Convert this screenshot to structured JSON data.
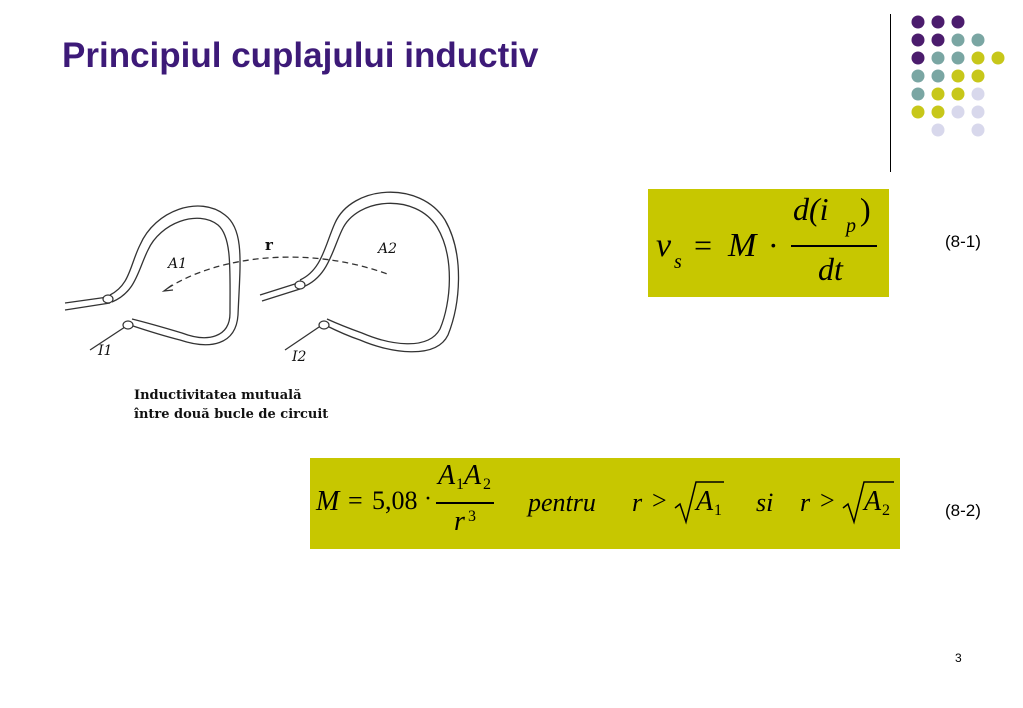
{
  "slide": {
    "title": "Principiul cuplajului inductiv",
    "page_number": "3"
  },
  "figure": {
    "labels": {
      "r": "r",
      "a1": "A1",
      "a2": "A2",
      "i1": "I1",
      "i2": "I2"
    },
    "caption_line1": "Inductivitatea mutuală",
    "caption_line2": "între două bucle de circuit"
  },
  "equations": {
    "eq1": {
      "number": "(8-1)",
      "lhs": "v",
      "lhs_sub": "s",
      "eq_sign": "=",
      "factor": "M",
      "dot": "·",
      "numerator": "d(i",
      "numerator_sub": "p",
      "numerator_close": ")",
      "denominator": "dt"
    },
    "eq2": {
      "number": "(8-2)",
      "lhs": "M",
      "eq_sign": "=",
      "coefficient": "5,08",
      "dot": "·",
      "num_a1": "A",
      "num_a1_sub": "1",
      "num_a2": "A",
      "num_a2_sub": "2",
      "denominator": "r",
      "denominator_exp": "3",
      "word_pentru": "pentru",
      "cond1_var": "r",
      "cond1_op": ">",
      "cond1_rad": "A",
      "cond1_rad_sub": "1",
      "word_si": "si",
      "cond2_var": "r",
      "cond2_op": ">",
      "cond2_rad": "A",
      "cond2_rad_sub": "2"
    }
  },
  "colors": {
    "title": "#3d1a78",
    "equation_background": "#c7c700",
    "dot_purple": "#4b1c6d",
    "dot_teal": "#7aa6a3",
    "dot_olive": "#c7c71a",
    "dot_lavender": "#d8d8ec"
  }
}
